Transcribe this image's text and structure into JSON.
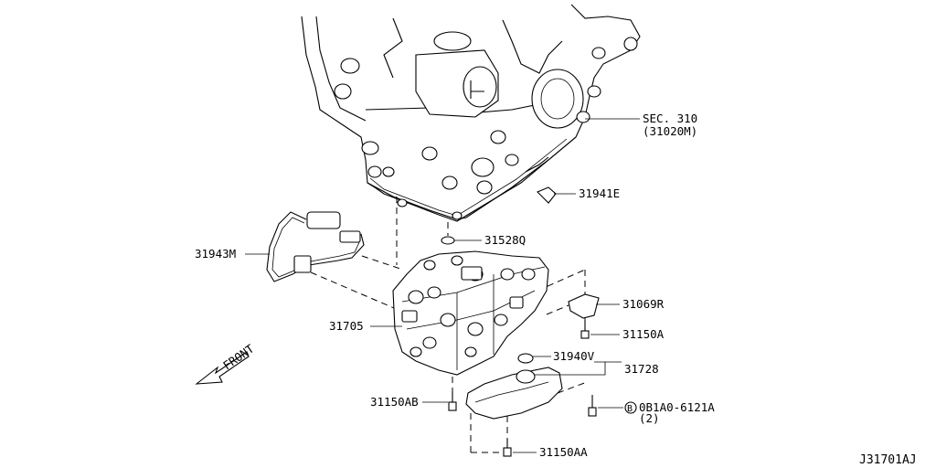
{
  "labels": {
    "sec310": "SEC. 310",
    "sec310_sub": "(31020M)",
    "p31941e": "31941E",
    "p31528q": "31528Q",
    "p31943m": "31943M",
    "p31069r": "31069R",
    "p31705": "31705",
    "p31150a": "31150A",
    "p31940v": "31940V",
    "p31728": "31728",
    "p31150ab": "31150AB",
    "p0b1a0": "0B1A0-6121A",
    "p0b1a0_qty": "(2)",
    "b_marker": "B",
    "p31150aa": "31150AA",
    "front": "FRONT",
    "diagram_code": "J31701AJ"
  }
}
